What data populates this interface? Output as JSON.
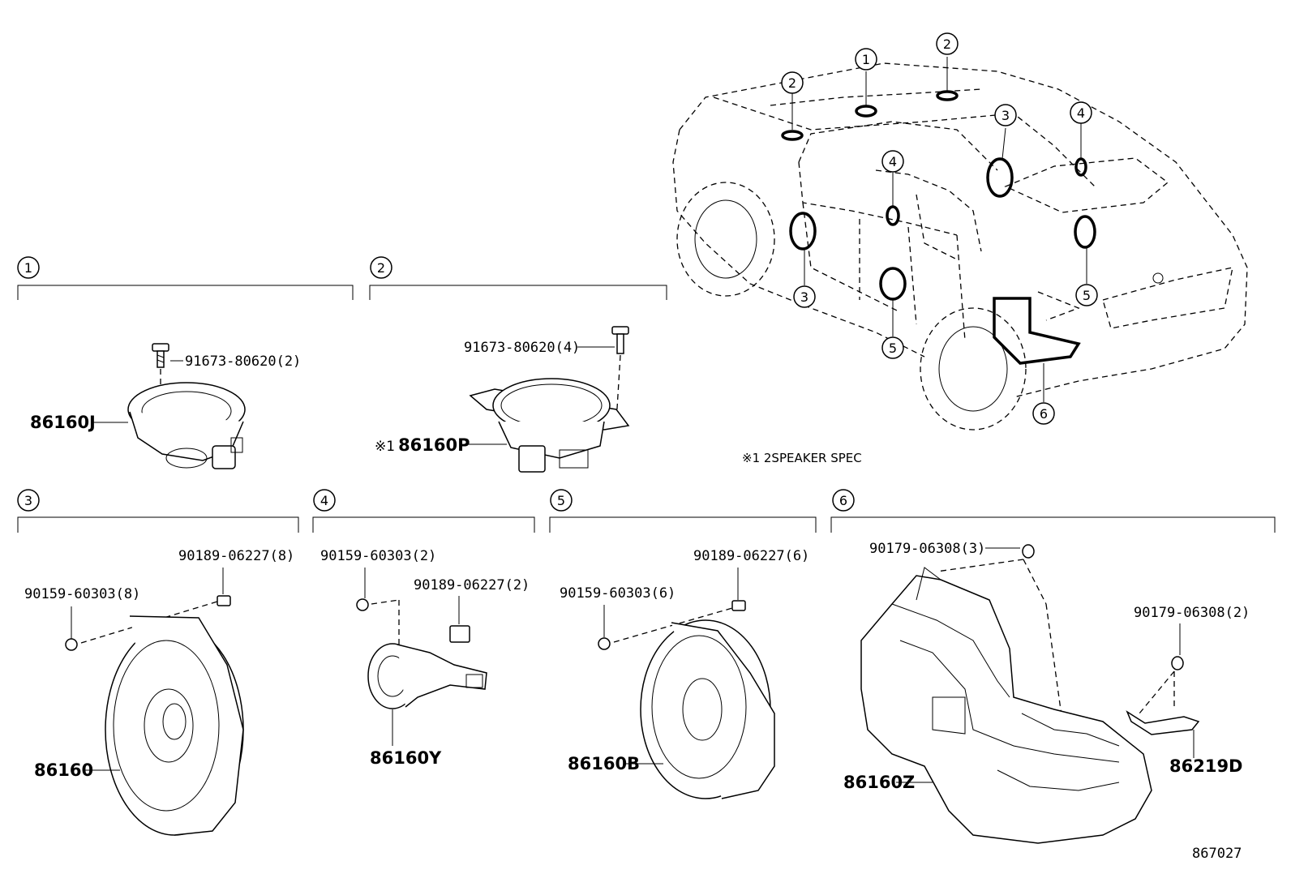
{
  "note": "※1 2SPEAKER SPEC",
  "diagram_id": "867027",
  "sections": [
    {
      "num": "1",
      "parts": [
        {
          "label": "86160J"
        },
        {
          "label": "91673-80620(2)"
        }
      ]
    },
    {
      "num": "2",
      "parts": [
        {
          "mark": "※1",
          "label": "86160P"
        },
        {
          "label": "91673-80620(4)"
        }
      ]
    },
    {
      "num": "3",
      "parts": [
        {
          "label": "86160"
        },
        {
          "label": "90189-06227(8)"
        },
        {
          "label": "90159-60303(8)"
        }
      ]
    },
    {
      "num": "4",
      "parts": [
        {
          "label": "86160Y"
        },
        {
          "label": "90159-60303(2)"
        },
        {
          "label": "90189-06227(2)"
        }
      ]
    },
    {
      "num": "5",
      "parts": [
        {
          "label": "86160B"
        },
        {
          "label": "90189-06227(6)"
        },
        {
          "label": "90159-60303(6)"
        }
      ]
    },
    {
      "num": "6",
      "parts": [
        {
          "label": "86160Z"
        },
        {
          "label": "90179-06308(3)"
        },
        {
          "label": "90179-06308(2)"
        },
        {
          "label": "86219D"
        }
      ]
    }
  ],
  "car_callouts": [
    "1",
    "2",
    "2",
    "3",
    "3",
    "4",
    "4",
    "5",
    "5",
    "6"
  ]
}
